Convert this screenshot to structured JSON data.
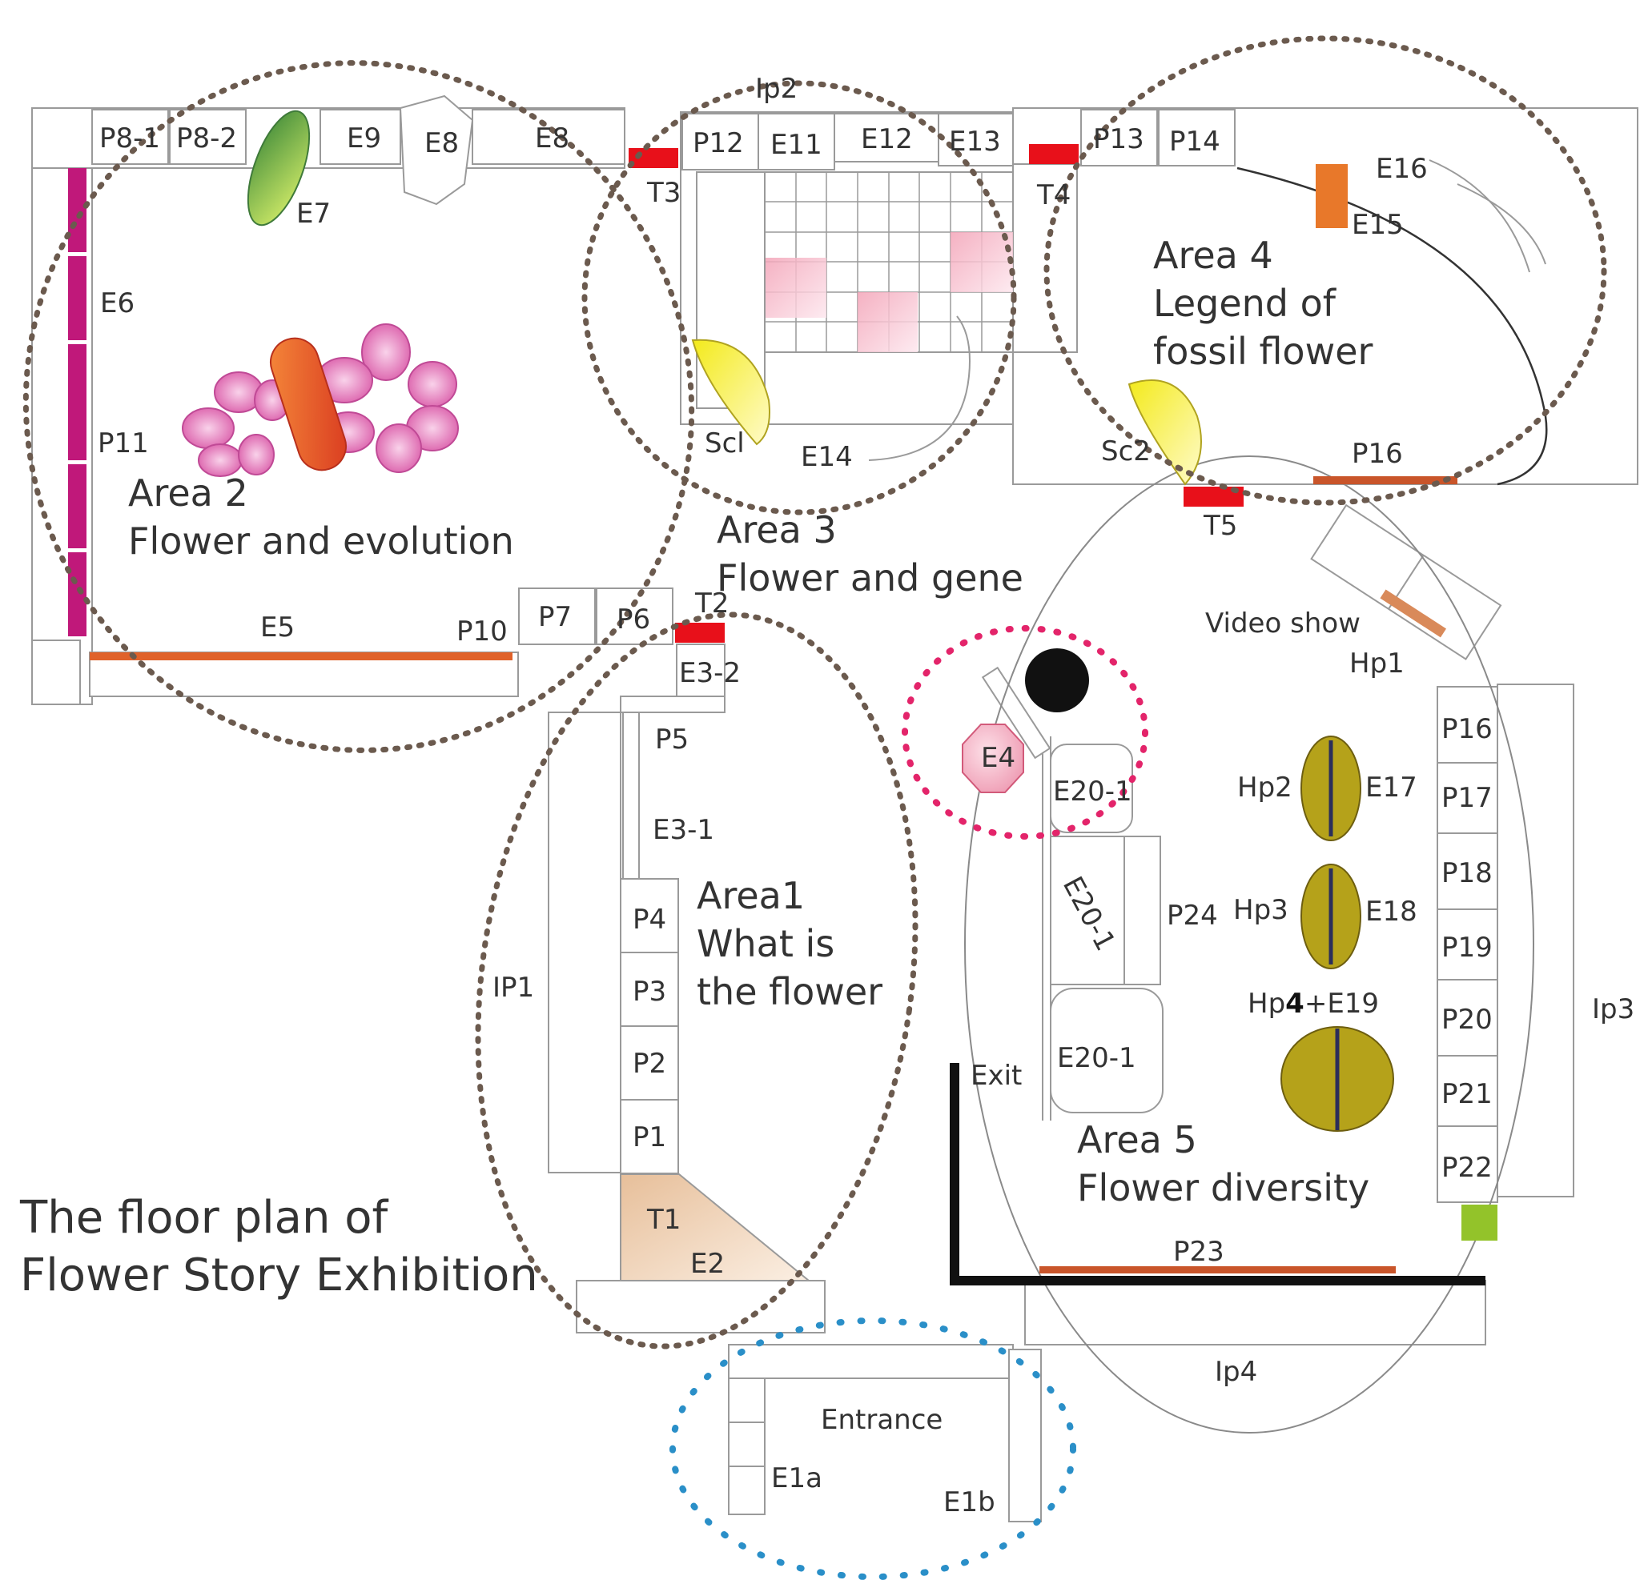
{
  "title_line1": "The floor plan of",
  "title_line2": "Flower Story Exhibition",
  "areas": {
    "a1": {
      "name": "Area1",
      "line2": "What is",
      "line3": "the flower"
    },
    "a2": {
      "name": "Area 2",
      "line2": "Flower and evolution"
    },
    "a3": {
      "name": "Area 3",
      "line2": "Flower and gene"
    },
    "a4": {
      "name": "Area 4",
      "line2": "Legend of",
      "line3": "fossil flower"
    },
    "a5": {
      "name": "Area 5",
      "line2": "Flower diversity"
    }
  },
  "labels": {
    "p8_1": "P8-1",
    "p8_2": "P8-2",
    "e9": "E9",
    "e8a": "E8",
    "e8b": "E8",
    "e7": "E7",
    "e6": "E6",
    "p11": "P11",
    "e5": "E5",
    "p10": "P10",
    "p7": "P7",
    "p6": "P6",
    "t2": "T2",
    "t3": "T3",
    "t4": "T4",
    "t5": "T5",
    "t1": "T1",
    "ip2": "Ip2",
    "p12": "P12",
    "e11": "E11",
    "e12": "E12",
    "e13": "E13",
    "e14": "E14",
    "sc1": "Scl",
    "p13": "P13",
    "p14": "P14",
    "e16": "E16",
    "e15": "E15",
    "sc2": "Sc2",
    "p16a": "P16",
    "video": "Video show",
    "hp1": "Hp1",
    "e3_2": "E3-2",
    "p5": "P5",
    "e3_1": "E3-1",
    "p4": "P4",
    "p3": "P3",
    "p2": "P2",
    "p1": "P1",
    "ip1": "IP1",
    "e2": "E2",
    "e4": "E4",
    "e20_1a": "E20-1",
    "e20_1b": "E20-1",
    "e20_1c": "E20-1",
    "p24": "P24",
    "hp2": "Hp2",
    "e17": "E17",
    "hp3": "Hp3",
    "e18": "E18",
    "hp4": "Hp",
    "hp4num": "4",
    "e19": "+E19",
    "exit": "Exit",
    "p16b": "P16",
    "p17": "P17",
    "p18": "P18",
    "p19": "P19",
    "p20": "P20",
    "p21": "P21",
    "p22": "P22",
    "ip3": "Ip3",
    "p23": "P23",
    "ip4": "Ip4",
    "entrance": "Entrance",
    "e1a": "E1a",
    "e1b": "E1b"
  },
  "colors": {
    "wall": "#9a9a9a",
    "magenta_panel": "#c0187a",
    "orange_panel": "#e0622a",
    "red_tv": "#e8101a",
    "yellow_screen": "#f2ea2a",
    "olive_pod": "#b5a21a",
    "pink_petal": "#e66bb4",
    "area_outline": "#6b5a4e",
    "e4_outline": "#e3246a",
    "entrance_outline": "#2a8fc8",
    "green_box": "#93c32a"
  }
}
